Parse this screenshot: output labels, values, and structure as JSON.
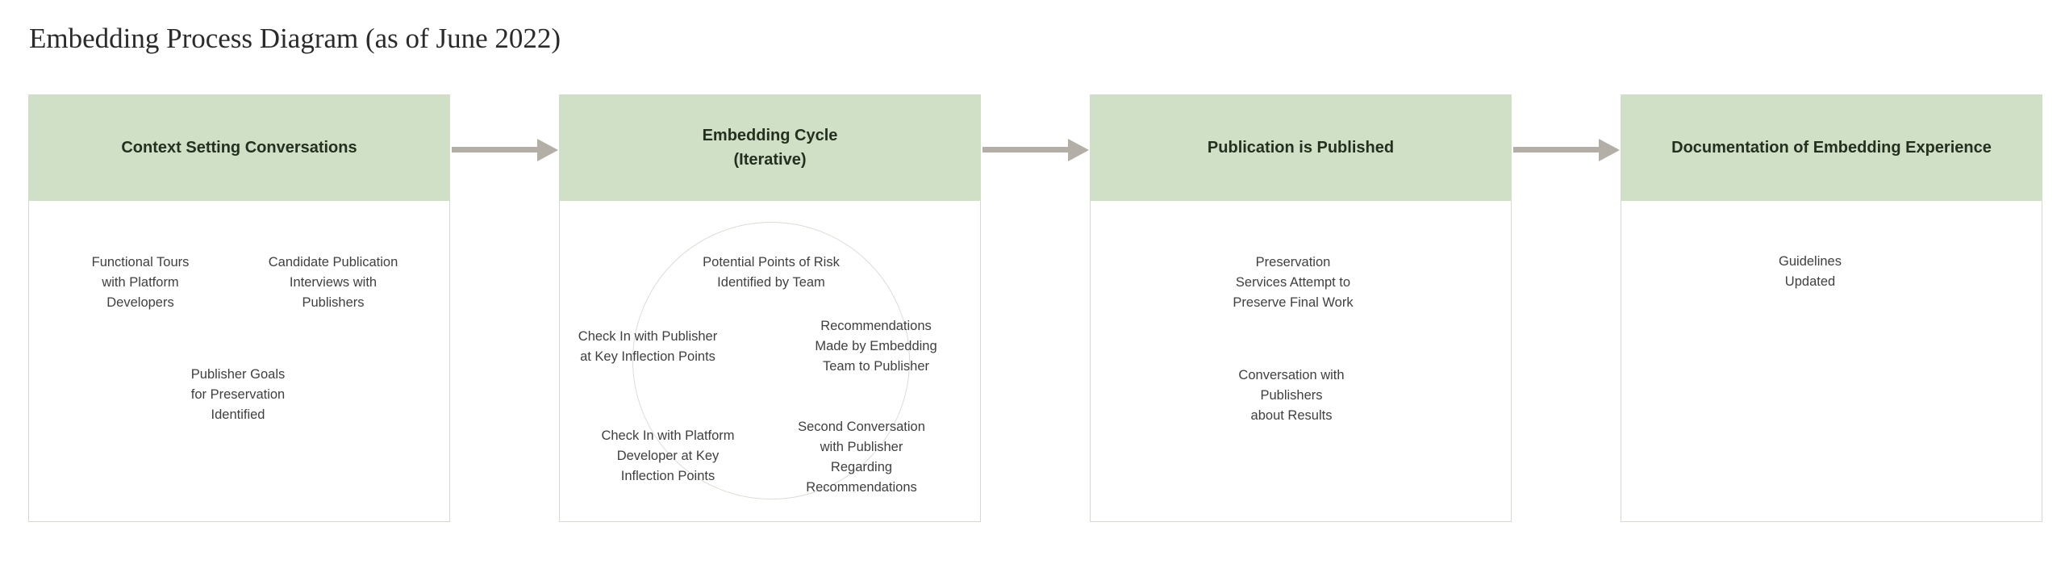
{
  "title": "Embedding Process Diagram (as of June 2022)",
  "colors": {
    "page_bg": "#ffffff",
    "header_bg": "#cfe0c6",
    "header_text": "#24301f",
    "body_text": "#404040",
    "border": "#d5dacf",
    "arrow": "#b3afa7",
    "circle": "#d9ded4",
    "title_color": "#2b2b2b"
  },
  "flow": {
    "arrow_direction": "right",
    "arrow_count": 3
  },
  "columns": [
    {
      "header": "Context Setting Conversations",
      "items": [
        {
          "text": "Functional Tours\nwith Platform\nDevelopers"
        },
        {
          "text": "Candidate Publication\nInterviews with\nPublishers"
        },
        {
          "text": "Publisher Goals\nfor Preservation\nIdentified"
        }
      ]
    },
    {
      "header": "Embedding Cycle\n(Iterative)",
      "items": [
        {
          "text": "Potential Points of Risk\nIdentified by Team"
        },
        {
          "text": "Check In with Publisher\nat Key Inflection Points"
        },
        {
          "text": "Recommendations\nMade by Embedding\nTeam to Publisher"
        },
        {
          "text": "Check In with Platform\nDeveloper at Key\nInflection Points"
        },
        {
          "text": "Second Conversation\nwith Publisher\nRegarding\nRecommendations"
        }
      ]
    },
    {
      "header": "Publication is Published",
      "items": [
        {
          "text": "Preservation\nServices Attempt to\nPreserve Final Work"
        },
        {
          "text": "Conversation with\nPublishers\nabout Results"
        }
      ]
    },
    {
      "header": "Documentation of Embedding Experience",
      "items": [
        {
          "text": "Guidelines\nUpdated"
        }
      ]
    }
  ]
}
